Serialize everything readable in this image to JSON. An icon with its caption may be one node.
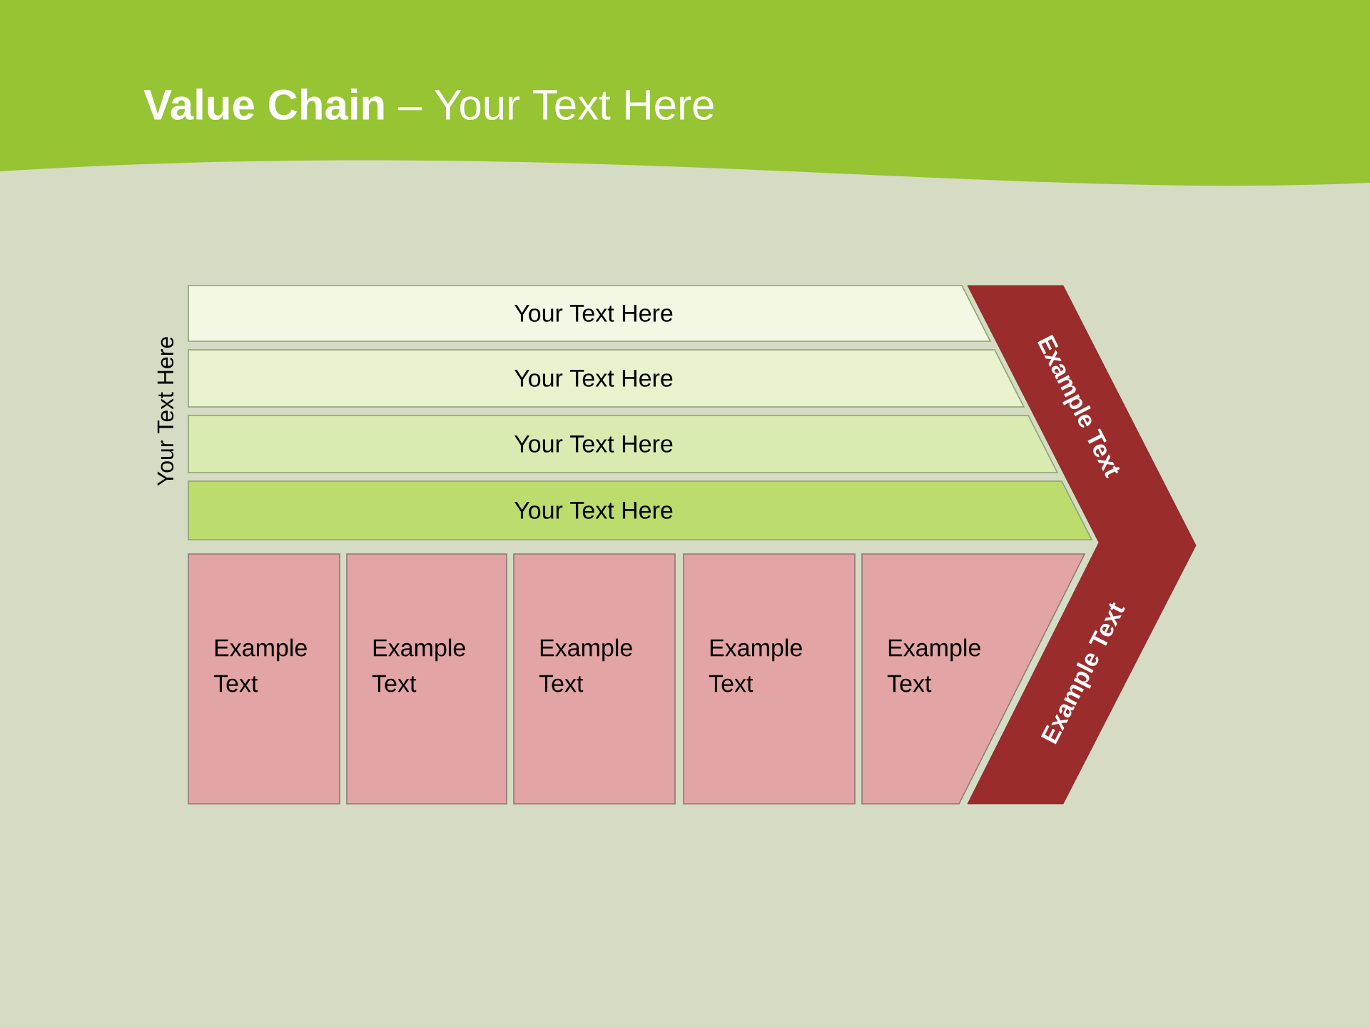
{
  "diagram": {
    "title": "**Value Chain** – Your Text Here",
    "nodes": [
      {
        "text": [
          "Your Text Here"
        ]
      },
      {
        "text": [
          "Your Text Here"
        ]
      },
      {
        "text": [
          "Your Text Here"
        ]
      },
      {
        "text": [
          "Your Text Here"
        ]
      },
      {
        "text": [
          "Example Text"
        ]
      },
      {
        "text": [
          "Example Text"
        ]
      },
      {
        "text": [
          "Example Text"
        ]
      },
      {
        "text": [
          "Example Text"
        ]
      },
      {
        "text": [
          "Example Text"
        ]
      },
      {
        "text": [
          "Example Text",
          "Example Text"
        ]
      }
    ],
    "labels": [
      "Your Text Here"
    ]
  }
}
